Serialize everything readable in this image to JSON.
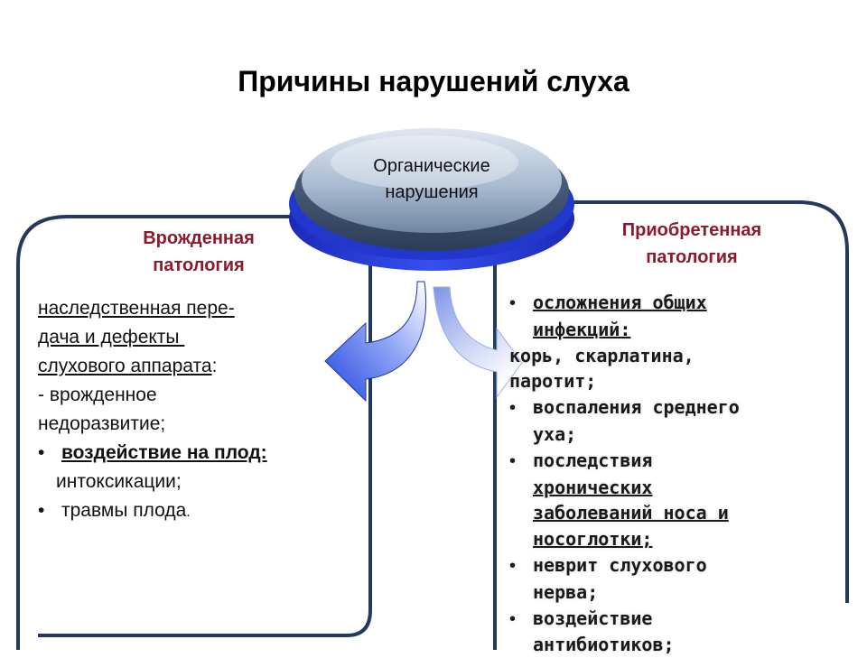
{
  "title": "Причины  нарушений слуха",
  "hub": {
    "line1": "Органические",
    "line2": "нарушения"
  },
  "left_panel": {
    "title_line1": "Врожденная",
    "title_line2": "патология",
    "lines": {
      "l1": "наследственная пере-",
      "l2": "дача и дефекты",
      "l3": "слухового аппарата",
      "l3_suffix": ":",
      "l4": "- врожденное",
      "l5": "недоразвитие;",
      "l6_bullet": "•",
      "l6": "воздействие на плод:",
      "l7": "интоксикации;",
      "l8_bullet": "•",
      "l8": "травмы плода",
      "l8_suffix": "."
    }
  },
  "right_panel": {
    "title_line1": "Приобретенная",
    "title_line2": "патология",
    "bullet": "•",
    "lines": {
      "r1": "осложнения общих",
      "r2": "инфекций:",
      "r3": "корь, скарлатина,",
      "r4": "паротит;",
      "r5": "воспаления среднего",
      "r6": "уха;",
      "r7": "последствия",
      "r8": "хронических",
      "r9": "заболеваний носа и",
      "r10": "носоглотки;",
      "r11": "неврит слухового",
      "r12": "нерва;",
      "r13": "воздействие",
      "r14": "антибиотиков;"
    }
  },
  "colors": {
    "panel_border": "#23395d",
    "hub_blue": "#2a3fd6",
    "hub_gray": "#8fa2b8",
    "title_red": "#8b1a2c",
    "arrow_blue": "#2b4fe0"
  }
}
